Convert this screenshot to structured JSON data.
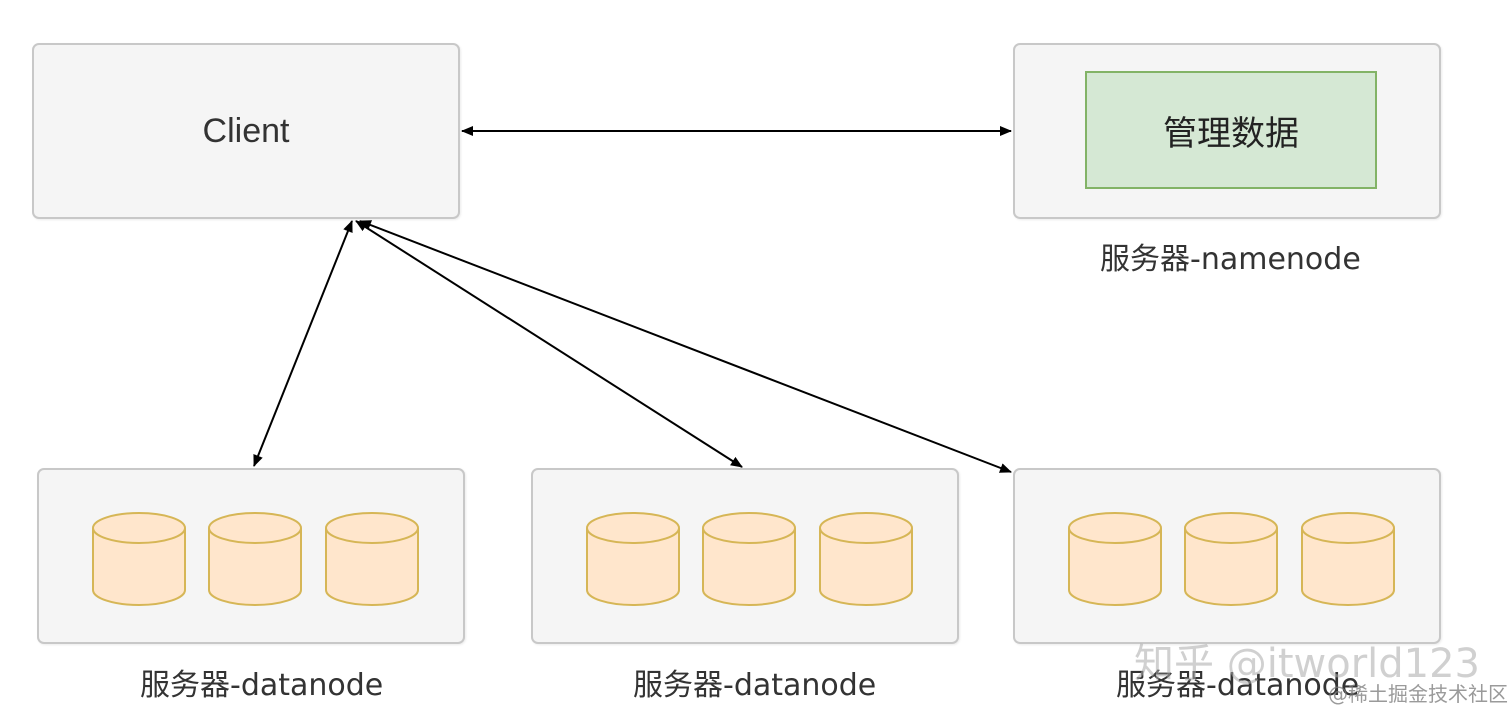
{
  "client": {
    "label": "Client"
  },
  "namenode": {
    "inner_label": "管理数据",
    "caption": "服务器-namenode"
  },
  "datanodes": [
    {
      "caption": "服务器-datanode"
    },
    {
      "caption": "服务器-datanode"
    },
    {
      "caption": "服务器-datanode"
    }
  ],
  "watermarks": {
    "zhihu": "知乎 @itworld123",
    "juejin": "@稀土掘金技术社区"
  },
  "colors": {
    "box_fill": "#f5f5f5",
    "box_stroke": "#c8c8c8",
    "meta_fill": "#d5e8d4",
    "meta_stroke": "#82b366",
    "disk_fill": "#ffe6cc",
    "disk_stroke": "#d6b656",
    "arrow": "#000000"
  },
  "icons": {
    "disk": "database-cylinder-icon"
  }
}
